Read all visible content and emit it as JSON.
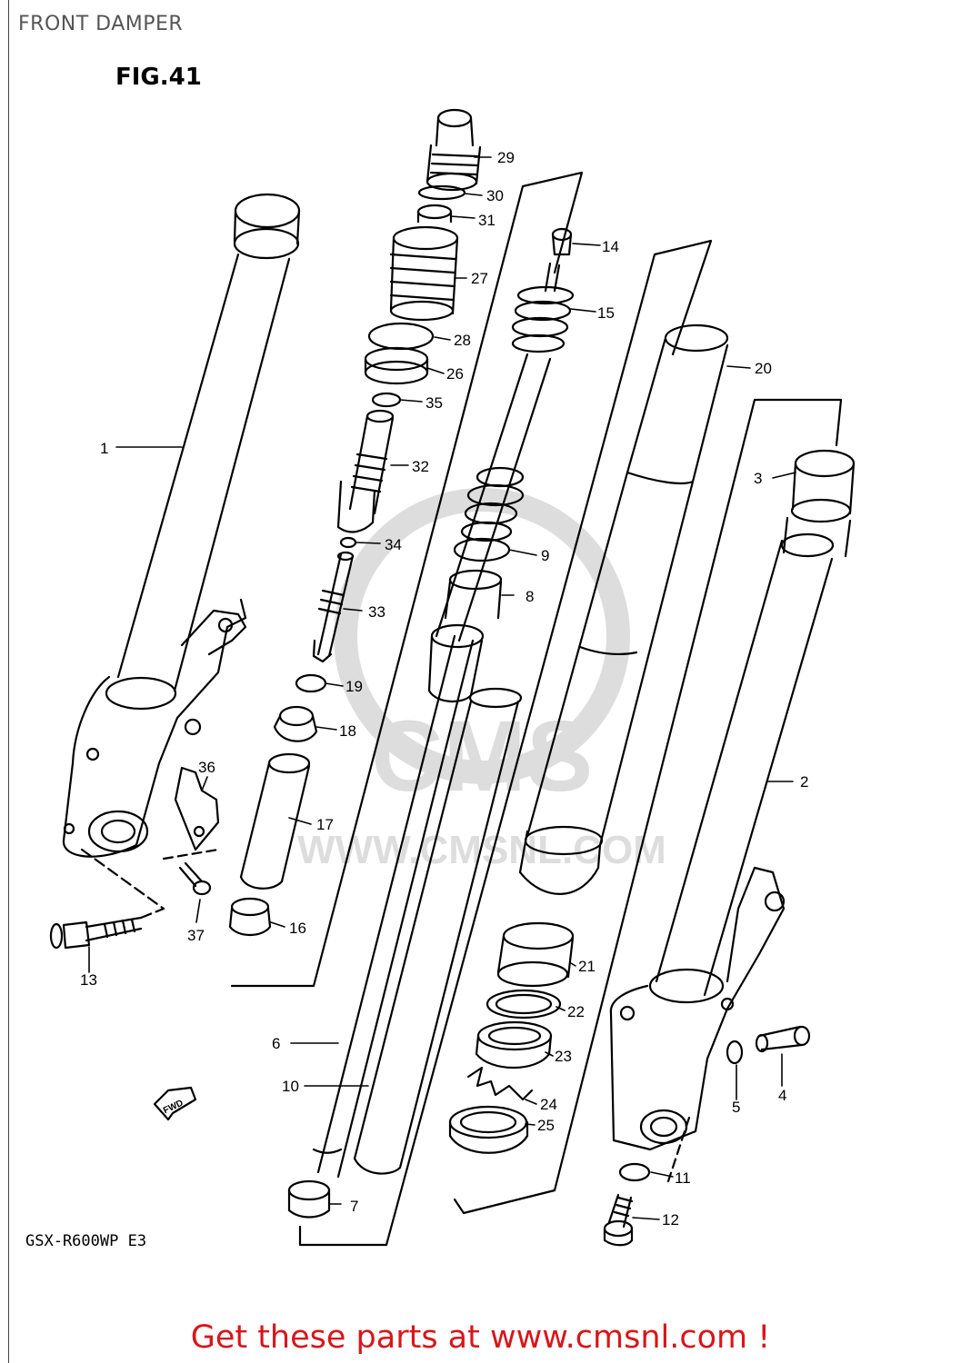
{
  "header": {
    "title": "FRONT DAMPER",
    "figure": "FIG.41"
  },
  "watermark": {
    "logo_text": "CMS",
    "url": "WWW.CMSNL.COM"
  },
  "footer": {
    "model": "GSX-R600WP E3",
    "cta": "Get these parts at www.cmsnl.com !"
  },
  "direction_label": "FWD",
  "callouts": [
    {
      "num": "1"
    },
    {
      "num": "2"
    },
    {
      "num": "3"
    },
    {
      "num": "4"
    },
    {
      "num": "5"
    },
    {
      "num": "6"
    },
    {
      "num": "7"
    },
    {
      "num": "8"
    },
    {
      "num": "9"
    },
    {
      "num": "10"
    },
    {
      "num": "11"
    },
    {
      "num": "12"
    },
    {
      "num": "13"
    },
    {
      "num": "14"
    },
    {
      "num": "15"
    },
    {
      "num": "16"
    },
    {
      "num": "17"
    },
    {
      "num": "18"
    },
    {
      "num": "19"
    },
    {
      "num": "20"
    },
    {
      "num": "21"
    },
    {
      "num": "22"
    },
    {
      "num": "23"
    },
    {
      "num": "24"
    },
    {
      "num": "25"
    },
    {
      "num": "26"
    },
    {
      "num": "27"
    },
    {
      "num": "28"
    },
    {
      "num": "29"
    },
    {
      "num": "30"
    },
    {
      "num": "31"
    },
    {
      "num": "32"
    },
    {
      "num": "33"
    },
    {
      "num": "34"
    },
    {
      "num": "35"
    },
    {
      "num": "36"
    },
    {
      "num": "37"
    }
  ],
  "colors": {
    "line": "#000000",
    "cta": "#d8161b",
    "title": "#555555",
    "watermark": "#000000"
  }
}
